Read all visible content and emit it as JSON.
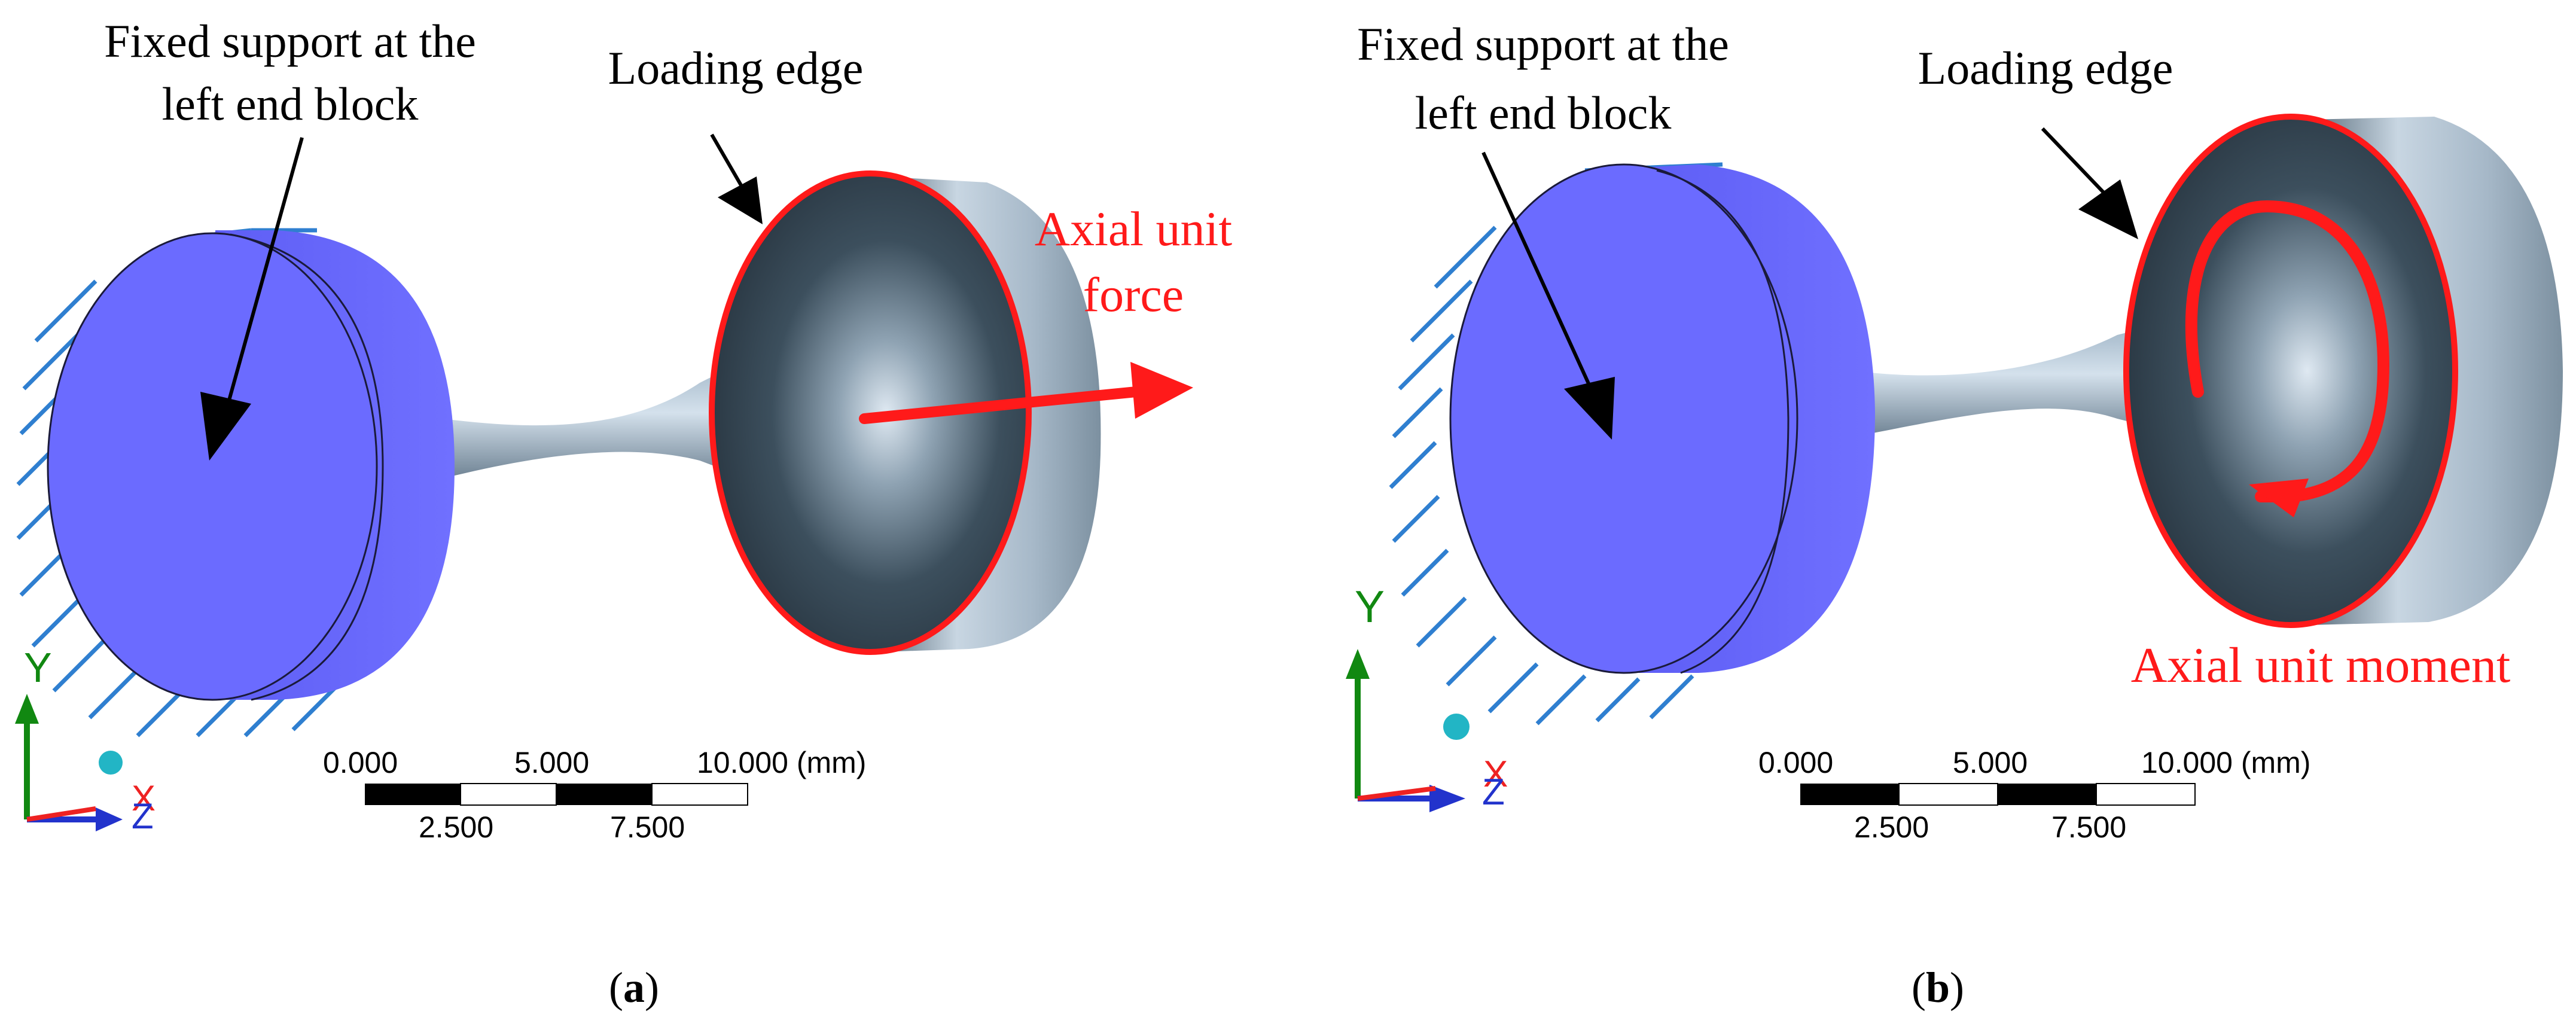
{
  "panel_a": {
    "label_fixed_line1": "Fixed support at the",
    "label_fixed_line2": "left end block",
    "label_loading": "Loading edge",
    "label_load_line1": "Axial unit",
    "label_load_line2": "force",
    "axis_y": "Y",
    "axis_x": "X",
    "axis_z": "Z",
    "scale_top_ticks": [
      "0.000",
      "5.000",
      "10.000 (mm)"
    ],
    "scale_bottom_ticks": [
      "2.500",
      "7.500"
    ],
    "caption_open": "(",
    "caption_letter": "a",
    "caption_close": ")"
  },
  "panel_b": {
    "label_fixed_line1": "Fixed support at the",
    "label_fixed_line2": "left end block",
    "label_loading": "Loading edge",
    "label_load": "Axial unit moment",
    "axis_y": "Y",
    "axis_x": "X",
    "axis_z": "Z",
    "scale_top_ticks": [
      "0.000",
      "5.000",
      "10.000 (mm)"
    ],
    "scale_bottom_ticks": [
      "2.500",
      "7.500"
    ],
    "caption_open": "(",
    "caption_letter": "b",
    "caption_close": ")"
  },
  "colors": {
    "support_face": "#6b6bff",
    "support_hatch": "#2f7fd0",
    "body_light": "#b9cbd9",
    "body_dark": "#2c3e4b",
    "load_red": "#ff1a1a",
    "axis_y_green": "#118811",
    "axis_x_red": "#ee2222",
    "axis_z_blue": "#2233cc",
    "origin_ball": "#22b5c5"
  }
}
